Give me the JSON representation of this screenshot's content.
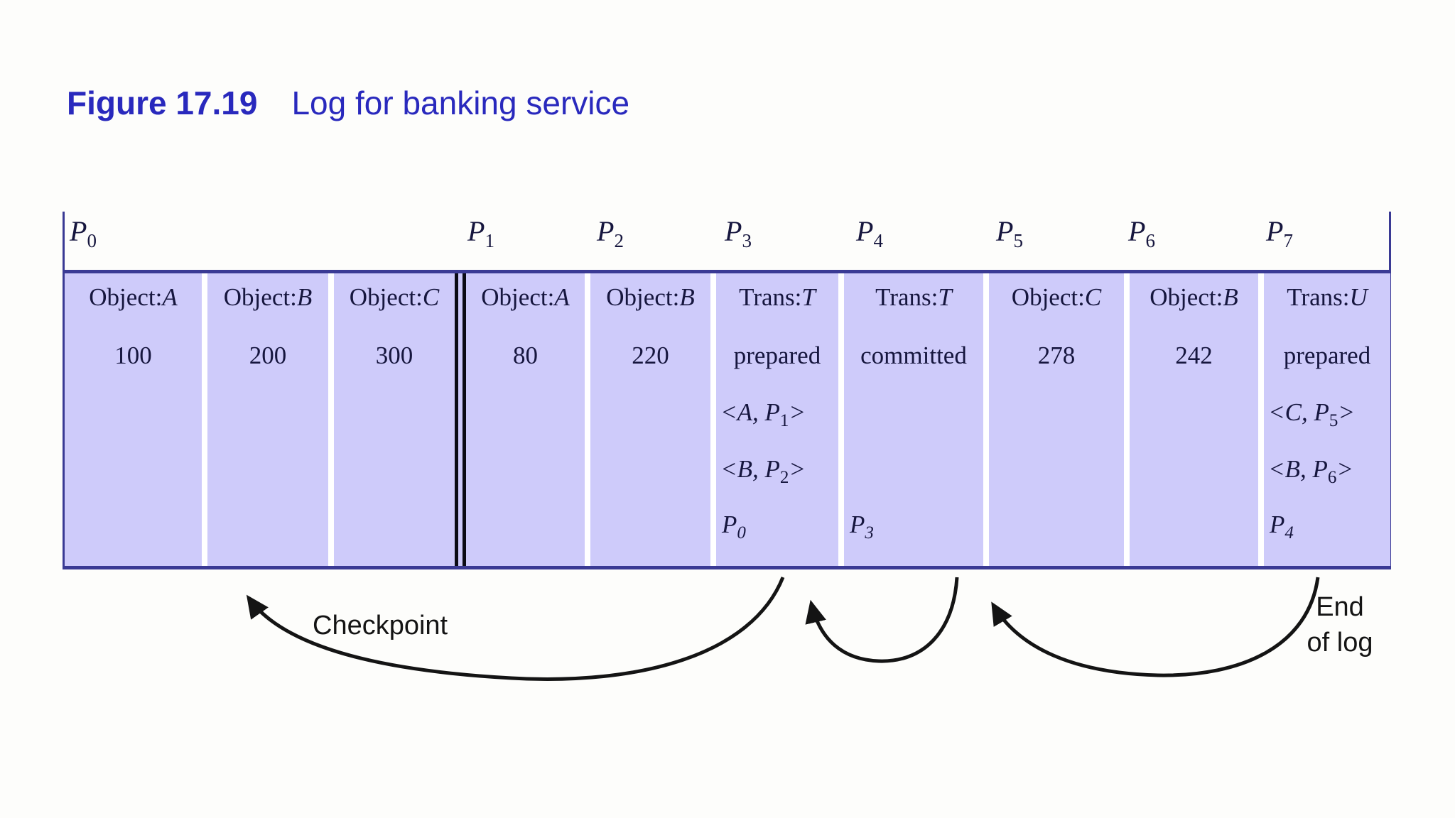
{
  "title": {
    "figure_label": "Figure 17.19",
    "caption": "Log for banking service"
  },
  "colors": {
    "title_blue": "#2929bd",
    "band_fill": "#cecbfa",
    "band_border": "#3a3a94",
    "checkpoint_marker": "#0b0b14",
    "text": "#16163e",
    "arrow": "#141414"
  },
  "log": {
    "positions": [
      {
        "main": "P",
        "sub": "0"
      },
      {
        "main": "P",
        "sub": "1"
      },
      {
        "main": "P",
        "sub": "2"
      },
      {
        "main": "P",
        "sub": "3"
      },
      {
        "main": "P",
        "sub": "4"
      },
      {
        "main": "P",
        "sub": "5"
      },
      {
        "main": "P",
        "sub": "6"
      },
      {
        "main": "P",
        "sub": "7"
      }
    ],
    "cells": [
      {
        "label": "Object:",
        "var": "A",
        "value": "100"
      },
      {
        "label": "Object:",
        "var": "B",
        "value": "200"
      },
      {
        "label": "Object:",
        "var": "C",
        "value": "300"
      },
      {
        "label": "Object:",
        "var": "A",
        "value": "80"
      },
      {
        "label": "Object:",
        "var": "B",
        "value": "220"
      },
      {
        "label": "Trans:",
        "var": "T",
        "status": "prepared",
        "refs": [
          {
            "main": "<A, P",
            "sub": "1",
            "tail": ">"
          },
          {
            "main": "<B, P",
            "sub": "2",
            "tail": ">"
          }
        ],
        "ptr": {
          "main": "P",
          "sub": "0"
        }
      },
      {
        "label": "Trans:",
        "var": "T",
        "status": "committed",
        "ptr": {
          "main": "P",
          "sub": "3"
        }
      },
      {
        "label": "Object:",
        "var": "C",
        "value": "278"
      },
      {
        "label": "Object:",
        "var": "B",
        "value": "242"
      },
      {
        "label": "Trans:",
        "var": "U",
        "status": "prepared",
        "refs": [
          {
            "main": "<C, P",
            "sub": "5",
            "tail": ">"
          },
          {
            "main": "<B, P",
            "sub": "6",
            "tail": ">"
          }
        ],
        "ptr": {
          "main": "P",
          "sub": "4"
        }
      }
    ]
  },
  "annotations": {
    "checkpoint_label": "Checkpoint",
    "end_of_log_line1": "End",
    "end_of_log_line2": "of log"
  }
}
